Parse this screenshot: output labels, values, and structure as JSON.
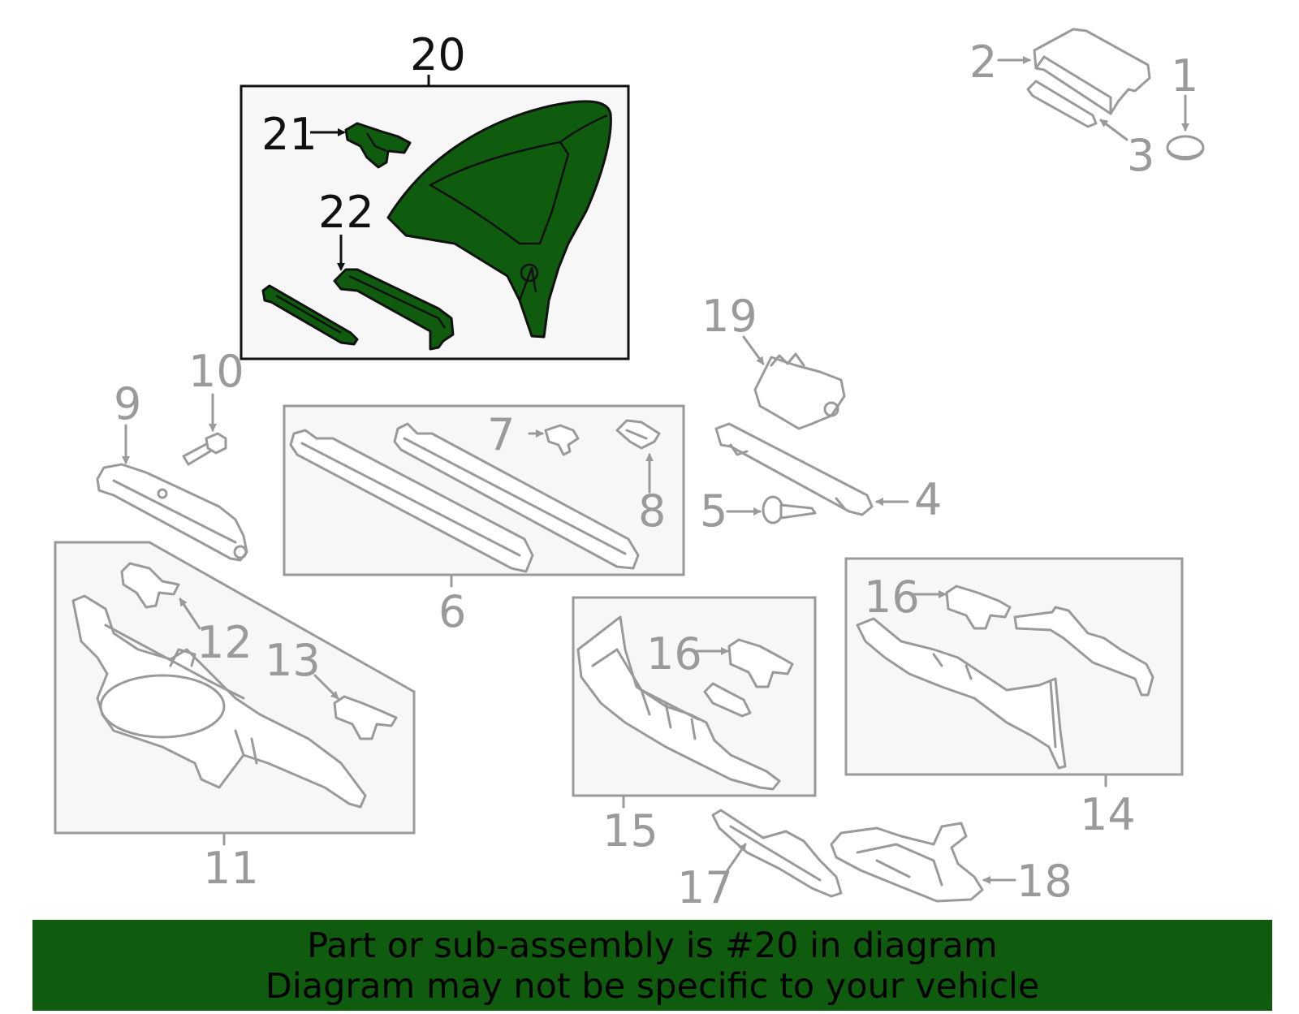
{
  "labels": {
    "p1": "1",
    "p2": "2",
    "p3": "3",
    "p4": "4",
    "p5": "5",
    "p6": "6",
    "p7": "7",
    "p8": "8",
    "p9": "9",
    "p10": "10",
    "p11": "11",
    "p12": "12",
    "p13": "13",
    "p14": "14",
    "p15": "15",
    "p16a": "16",
    "p16b": "16",
    "p17": "17",
    "p18": "18",
    "p19": "19",
    "p20": "20",
    "p21": "21",
    "p22": "22"
  },
  "banner": {
    "line1": "Part or sub-assembly is #20 in diagram",
    "line2": "Diagram may not be specific to your vehicle"
  },
  "colors": {
    "highlight": "#0f5c0f",
    "outline_gray": "#9a9a9a",
    "outline_black": "#111111"
  }
}
